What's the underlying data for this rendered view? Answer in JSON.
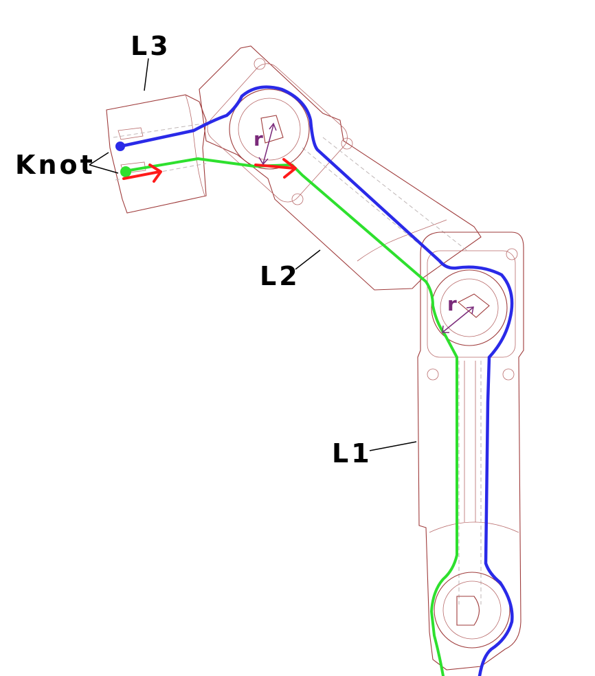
{
  "labels": {
    "l3": "L3",
    "l2": "L2",
    "l1": "L1",
    "knot": "Knot",
    "r_upper": "r",
    "r_lower": "r"
  },
  "colors": {
    "outline": "#9e3a3a",
    "blue_tendon": "#2a2ae8",
    "green_tendon": "#2ee02e",
    "force_arrow": "#ff1a1a",
    "radius_marker": "#7a2a7a"
  }
}
